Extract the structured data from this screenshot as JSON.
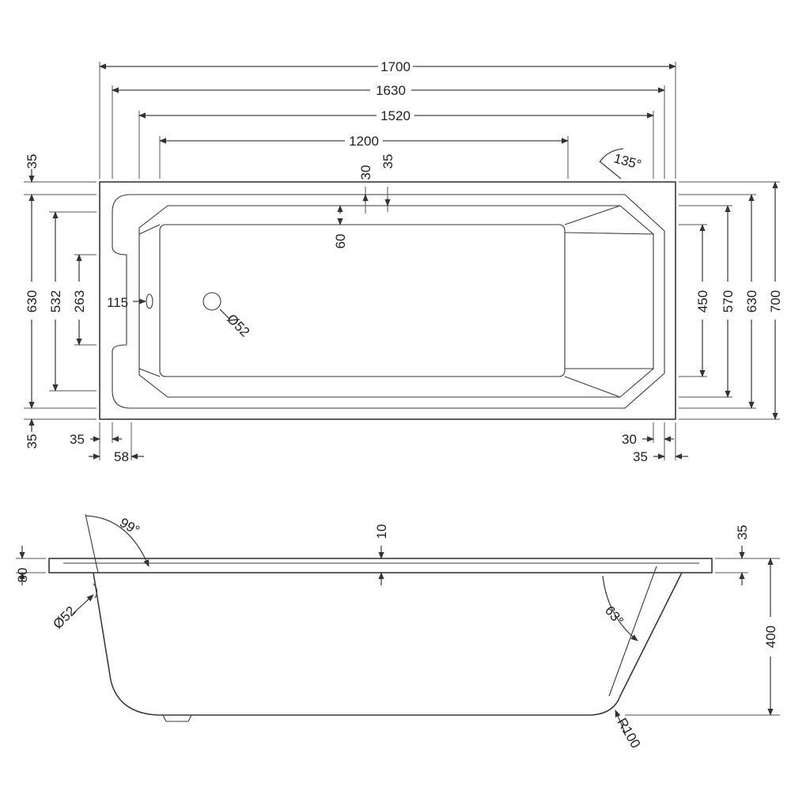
{
  "plan": {
    "overall_length": "1700",
    "length_1630": "1630",
    "length_1520": "1520",
    "length_1200": "1200",
    "angle_135": "135°",
    "rim_35": "35",
    "rim_30": "30",
    "depth_35": "35",
    "depth_60": "60",
    "left_rim_35": "35",
    "width_630_left": "630",
    "width_532": "532",
    "width_263": "263",
    "waste_115": "115",
    "waste_dia": "Ø52",
    "bottom_rim_35": "35",
    "bottom_35": "35",
    "bottom_58": "58",
    "right_30": "30",
    "right_35": "35",
    "width_450": "450",
    "width_570": "570",
    "width_630_right": "630",
    "width_700": "700"
  },
  "elevation": {
    "angle_99": "99°",
    "rim_10": "10",
    "top_35": "35",
    "height_80": "80",
    "overflow_dia": "Ø52",
    "angle_63": "63°",
    "height_400": "400",
    "radius": "R100"
  }
}
